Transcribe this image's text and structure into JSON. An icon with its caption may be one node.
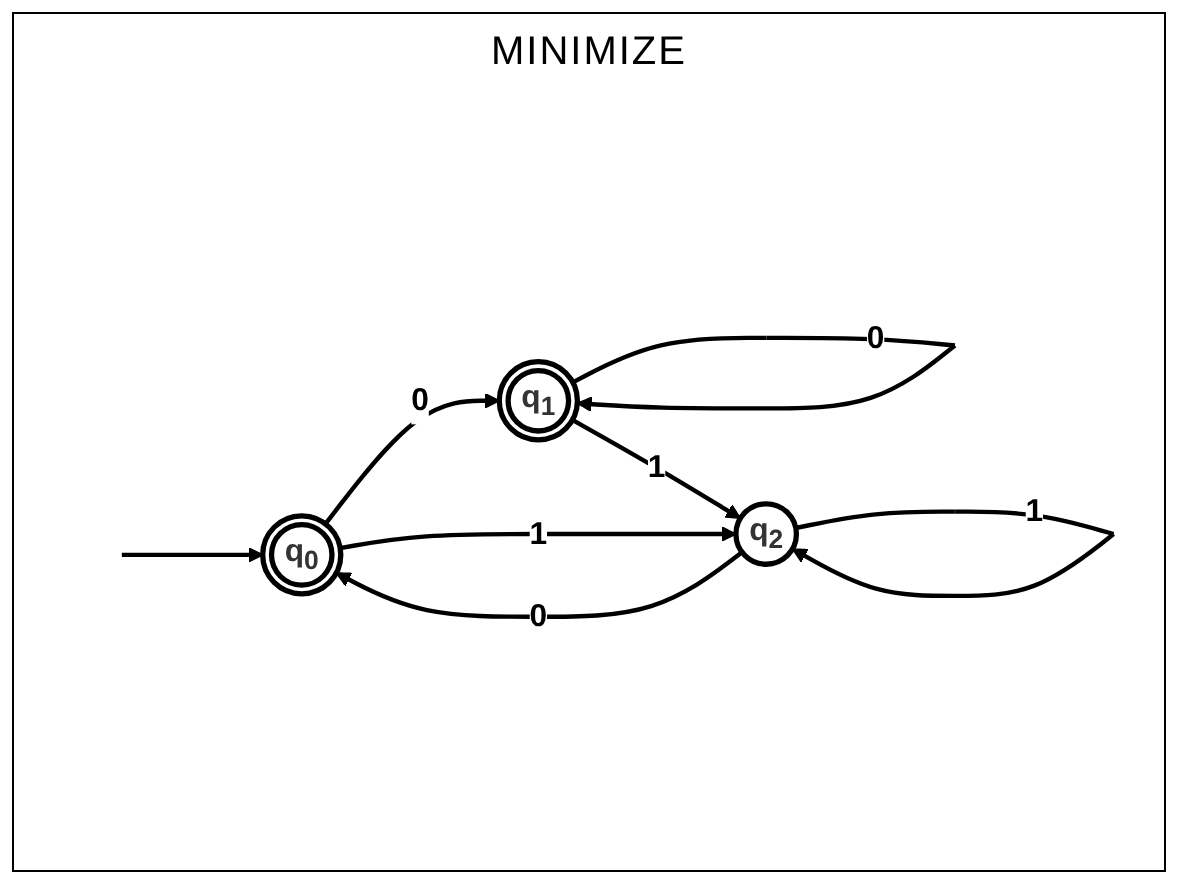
{
  "diagram": {
    "title": "MINIMIZE",
    "nodes": [
      {
        "text": [
          "q$_{0}$"
        ]
      },
      {
        "text": [
          "q$_{1}$"
        ]
      },
      {
        "text": [
          "q$_{2}$"
        ]
      }
    ],
    "edges": [
      {
        "from": null,
        "to": 0,
        "arrow": "to"
      },
      {
        "from": 0,
        "to": 1,
        "arrow": "to",
        "label": "0"
      },
      {
        "from": 1,
        "to": 1,
        "arrow": "to",
        "label": "0"
      },
      {
        "from": 1,
        "to": 2,
        "arrow": "to",
        "label": "1"
      },
      {
        "from": 0,
        "to": 2,
        "arrow": "to",
        "label": "1"
      },
      {
        "from": 2,
        "to": 0,
        "arrow": "to",
        "label": "0"
      },
      {
        "from": 2,
        "to": 2,
        "arrow": "to",
        "label": "1"
      }
    ]
  }
}
